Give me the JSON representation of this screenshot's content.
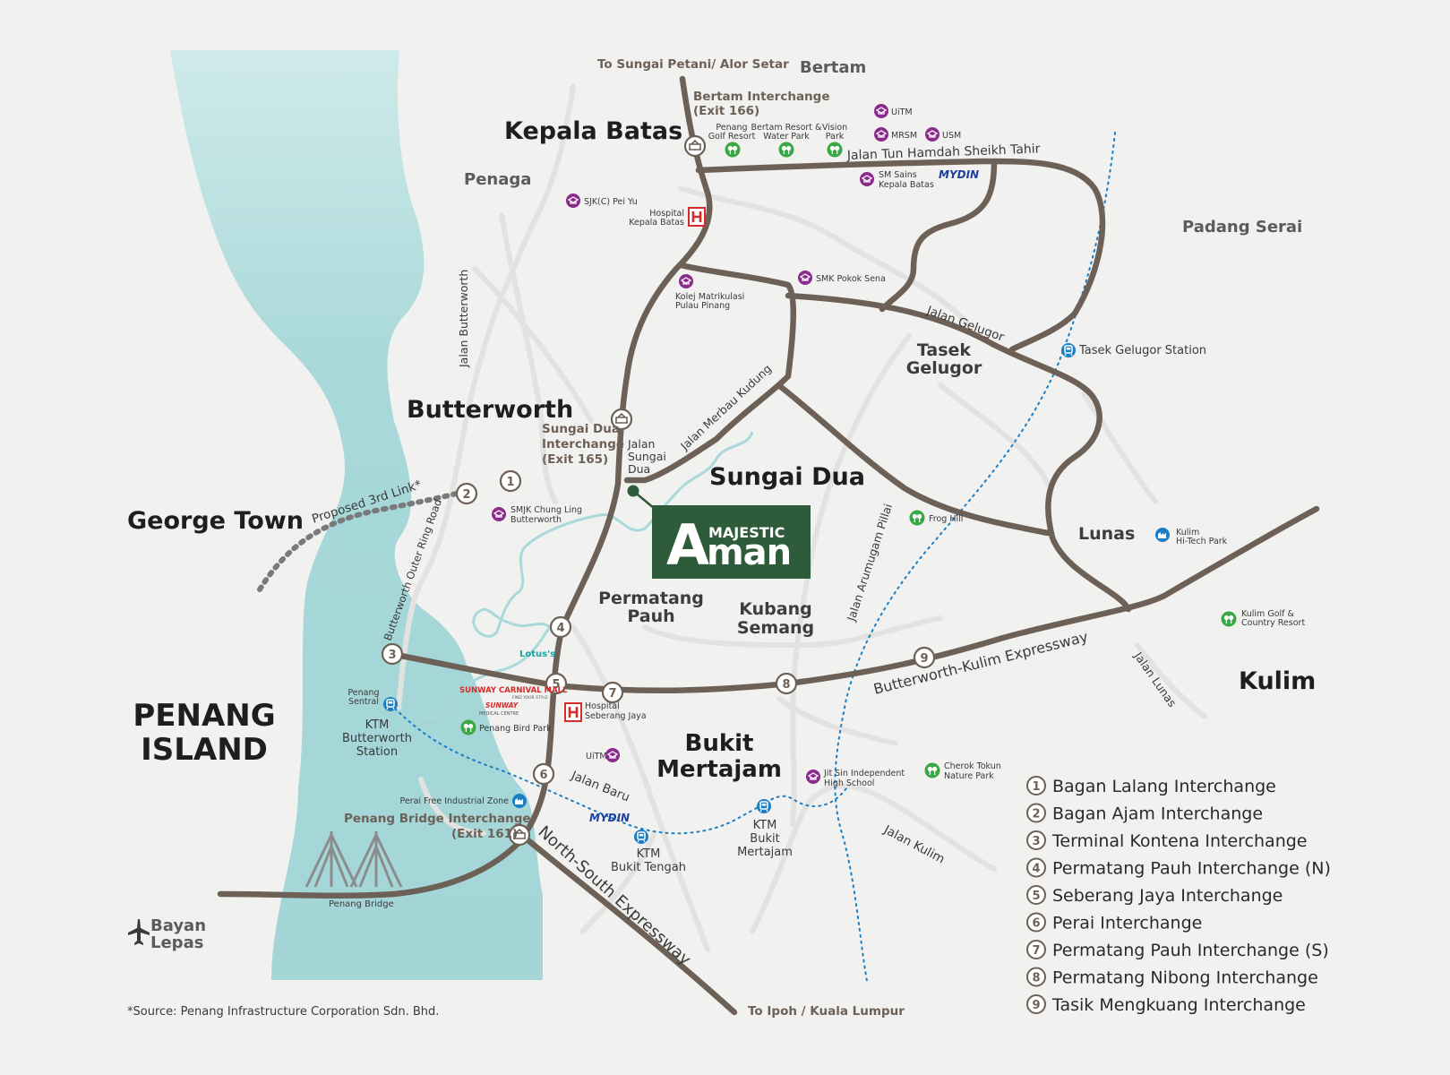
{
  "brand": {
    "line1": "MAJESTIC",
    "line2": "man",
    "letter": "A"
  },
  "colors": {
    "water": "#a9d9da",
    "road": "#6d6157",
    "minor": "#e2e2e0",
    "brand_green": "#2e5b3a",
    "edu": "#8a2a8c",
    "park": "#39a845",
    "transit": "#1b7fc4",
    "hospital": "#d52b2b",
    "rail": "#1b7fc4"
  },
  "places": {
    "kepala_batas": "Kepala Batas",
    "bertam": "Bertam",
    "penaga": "Penaga",
    "padang_serai": "Padang Serai",
    "butterworth": "Butterworth",
    "george_town": "George Town",
    "sungai_dua": "Sungai Dua",
    "tasek_gelugor_1": "Tasek",
    "tasek_gelugor_2": "Gelugor",
    "lunas": "Lunas",
    "kulim": "Kulim",
    "permatang_pauh_1": "Permatang",
    "permatang_pauh_2": "Pauh",
    "kubang_semang_1": "Kubang",
    "kubang_semang_2": "Semang",
    "bukit_mertajam_1": "Bukit",
    "bukit_mertajam_2": "Mertajam",
    "penang_island_1": "PENANG",
    "penang_island_2": "ISLAND",
    "bayan_lepas_1": "Bayan",
    "bayan_lepas_2": "Lepas"
  },
  "roads": {
    "to_sungai_petani": "To Sungai Petani/ Alor Setar",
    "to_ipoh": "To Ipoh / Kuala Lumpur",
    "jalan_tun_hamdah": "Jalan Tun Hamdah Sheikh Tahir",
    "jalan_butterworth": "Jalan Butterworth",
    "jalan_gelugor": "Jalan Gelugor",
    "jalan_merbau_kudung": "Jalan Merbau Kudung",
    "jalan_sungai_dua_1": "Jalan",
    "jalan_sungai_dua_2": "Sungai",
    "jalan_sungai_dua_3": "Dua",
    "proposed_3rd_link": "Proposed 3rd Link*",
    "outer_ring_road": "Butterworth Outer Ring Road",
    "jalan_arumugam_pillai": "Jalan Arumugam Pillai",
    "bk_expressway": "Butterworth-Kulim Expressway",
    "jalan_lunas": "Jalan Lunas",
    "jalan_baru": "Jalan Baru",
    "jalan_kulim": "Jalan Kulim",
    "ns_expressway": "North-South Expressway",
    "penang_bridge": "Penang Bridge"
  },
  "interchanges": {
    "bertam_1": "Bertam Interchange",
    "bertam_2": "(Exit 166)",
    "sungai_dua_1": "Sungai Dua",
    "sungai_dua_2": "Interchange",
    "sungai_dua_3": "(Exit 165)",
    "penang_bridge_1": "Penang Bridge Interchange",
    "penang_bridge_2": "(Exit 161)"
  },
  "pois": {
    "uitm_north": "UiTM",
    "mrsm": "MRSM",
    "usm": "USM",
    "penang_golf_1": "Penang",
    "penang_golf_2": "Golf Resort",
    "bertam_resort_1": "Bertam Resort &",
    "bertam_resort_2": "Water Park",
    "vision_park_1": "Vision",
    "vision_park_2": "Park",
    "sm_sains_1": "SM Sains",
    "sm_sains_2": "Kepala Batas",
    "mydin_north": "MYDIN",
    "sjkc_pei_yu": "SJK(C) Pei Yu",
    "hospital_kb_1": "Hospital",
    "hospital_kb_2": "Kepala Batas",
    "kolej_1": "Kolej Matrikulasi",
    "kolej_2": "Pulau Pinang",
    "smk_pokok_sena": "SMK Pokok Sena",
    "tasek_gelugor_station": "Tasek Gelugor Station",
    "smjk_1": "SMJK Chung Ling",
    "smjk_2": "Butterworth",
    "frog_hill": "Frog Hill",
    "kulim_hitech_1": "Kulim",
    "kulim_hitech_2": "Hi-Tech Park",
    "kulim_golf_1": "Kulim Golf &",
    "kulim_golf_2": "Country Resort",
    "lotus": "Lotus's",
    "sunway_mall": "SUNWAY CARNIVAL MALL",
    "sunway_tag": "FIND YOUR STYLE",
    "sunway_med_1": "SUNWAY",
    "sunway_med_2": "MEDICAL CENTRE",
    "hospital_sj_1": "Hospital",
    "hospital_sj_2": "Seberang Jaya",
    "penang_sentral_1": "Penang",
    "penang_sentral_2": "Sentral",
    "ktm_bw_1": "KTM",
    "ktm_bw_2": "Butterworth",
    "ktm_bw_3": "Station",
    "penang_bird_park": "Penang Bird Park",
    "uitm_south": "UiTM",
    "jit_sin_1": "Jit Sin Independent",
    "jit_sin_2": "High School",
    "cherok_tokun_1": "Cherok Tokun",
    "cherok_tokun_2": "Nature Park",
    "perai_fiz": "Perai Free Industrial Zone",
    "mydin_south": "MYDIN",
    "ktm_bt_1": "KTM",
    "ktm_bt_2": "Bukit Tengah",
    "ktm_bm_1": "KTM",
    "ktm_bm_2": "Bukit",
    "ktm_bm_3": "Mertajam"
  },
  "legend": [
    {
      "num": "1",
      "label": "Bagan Lalang Interchange"
    },
    {
      "num": "2",
      "label": "Bagan Ajam Interchange"
    },
    {
      "num": "3",
      "label": "Terminal Kontena Interchange"
    },
    {
      "num": "4",
      "label": "Permatang Pauh Interchange (N)"
    },
    {
      "num": "5",
      "label": "Seberang Jaya Interchange"
    },
    {
      "num": "6",
      "label": "Perai Interchange"
    },
    {
      "num": "7",
      "label": "Permatang Pauh Interchange (S)"
    },
    {
      "num": "8",
      "label": "Permatang Nibong Interchange"
    },
    {
      "num": "9",
      "label": "Tasik Mengkuang Interchange"
    }
  ],
  "source": "*Source: Penang Infrastructure Corporation Sdn. Bhd."
}
